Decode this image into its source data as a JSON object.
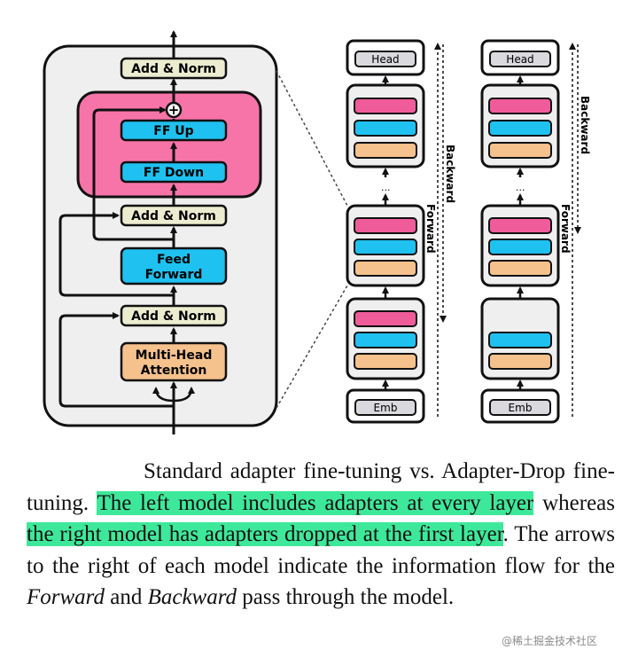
{
  "figure": {
    "transformer_block": {
      "add_norm_top": "Add & Norm",
      "ff_up": "FF Up",
      "ff_down": "FF Down",
      "add_norm_mid": "Add & Norm",
      "feed_forward_line1": "Feed",
      "feed_forward_line2": "Forward",
      "add_norm_bottom": "Add & Norm",
      "mha_line1": "Multi-Head",
      "mha_line2": "Attention",
      "plus_symbol": "+"
    },
    "models": [
      {
        "head": "Head",
        "emb": "Emb",
        "dots": "...",
        "forward_label": "Forward",
        "backward_label": "Backward"
      },
      {
        "head": "Head",
        "emb": "Emb",
        "dots": "...",
        "forward_label": "Forward",
        "backward_label": "Backward"
      }
    ],
    "colors": {
      "pink_layer": "#f774a8",
      "adapter_pink": "#f05c9a",
      "blue": "#1fc1f0",
      "orange": "#f5c18c",
      "yellow_norm": "#ecedd0",
      "grey_panel": "#efefef",
      "head_grey": "#d9d9de"
    }
  },
  "caption": {
    "part1": "Standard adapter fine-tuning vs.  Adapter-Drop fine-tuning. ",
    "highlight1": "The left model includes adapters at every layer",
    "part2": " whereas ",
    "highlight2": "the right model has adapters dropped at the first layer",
    "part3": ".  The arrows to the right of each model indicate the information flow for the ",
    "forward_word": "Forward",
    "part4": " and ",
    "backward_word": "Backward",
    "part5": " pass through the model."
  },
  "watermark": "@稀土掘金技术社区"
}
